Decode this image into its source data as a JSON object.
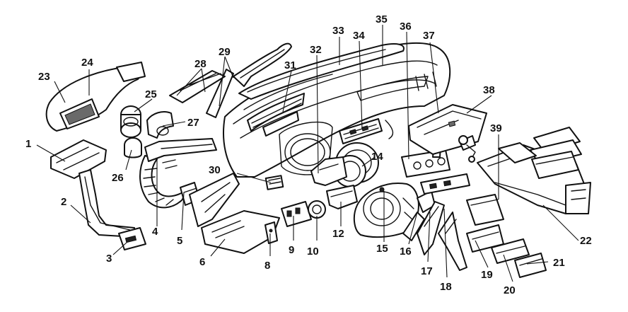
{
  "diagram": {
    "callouts": [
      {
        "id": "1",
        "text": "1"
      },
      {
        "id": "2",
        "text": "2"
      },
      {
        "id": "3",
        "text": "3"
      },
      {
        "id": "4",
        "text": "4"
      },
      {
        "id": "5",
        "text": "5"
      },
      {
        "id": "6",
        "text": "6"
      },
      {
        "id": "8",
        "text": "8"
      },
      {
        "id": "9",
        "text": "9"
      },
      {
        "id": "10",
        "text": "10"
      },
      {
        "id": "12",
        "text": "12"
      },
      {
        "id": "14",
        "text": "14"
      },
      {
        "id": "15",
        "text": "15"
      },
      {
        "id": "16",
        "text": "16"
      },
      {
        "id": "17",
        "text": "17"
      },
      {
        "id": "18",
        "text": "18"
      },
      {
        "id": "19",
        "text": "19"
      },
      {
        "id": "20",
        "text": "20"
      },
      {
        "id": "21",
        "text": "21"
      },
      {
        "id": "22",
        "text": "22"
      },
      {
        "id": "23",
        "text": "23"
      },
      {
        "id": "24",
        "text": "24"
      },
      {
        "id": "25",
        "text": "25"
      },
      {
        "id": "26",
        "text": "26"
      },
      {
        "id": "27",
        "text": "27"
      },
      {
        "id": "28",
        "text": "28"
      },
      {
        "id": "29",
        "text": "29"
      },
      {
        "id": "30",
        "text": "30"
      },
      {
        "id": "31",
        "text": "31"
      },
      {
        "id": "32",
        "text": "32"
      },
      {
        "id": "33",
        "text": "33"
      },
      {
        "id": "34",
        "text": "34"
      },
      {
        "id": "35",
        "text": "35"
      },
      {
        "id": "36",
        "text": "36"
      },
      {
        "id": "37",
        "text": "37"
      },
      {
        "id": "38",
        "text": "38"
      },
      {
        "id": "39",
        "text": "39"
      }
    ]
  }
}
